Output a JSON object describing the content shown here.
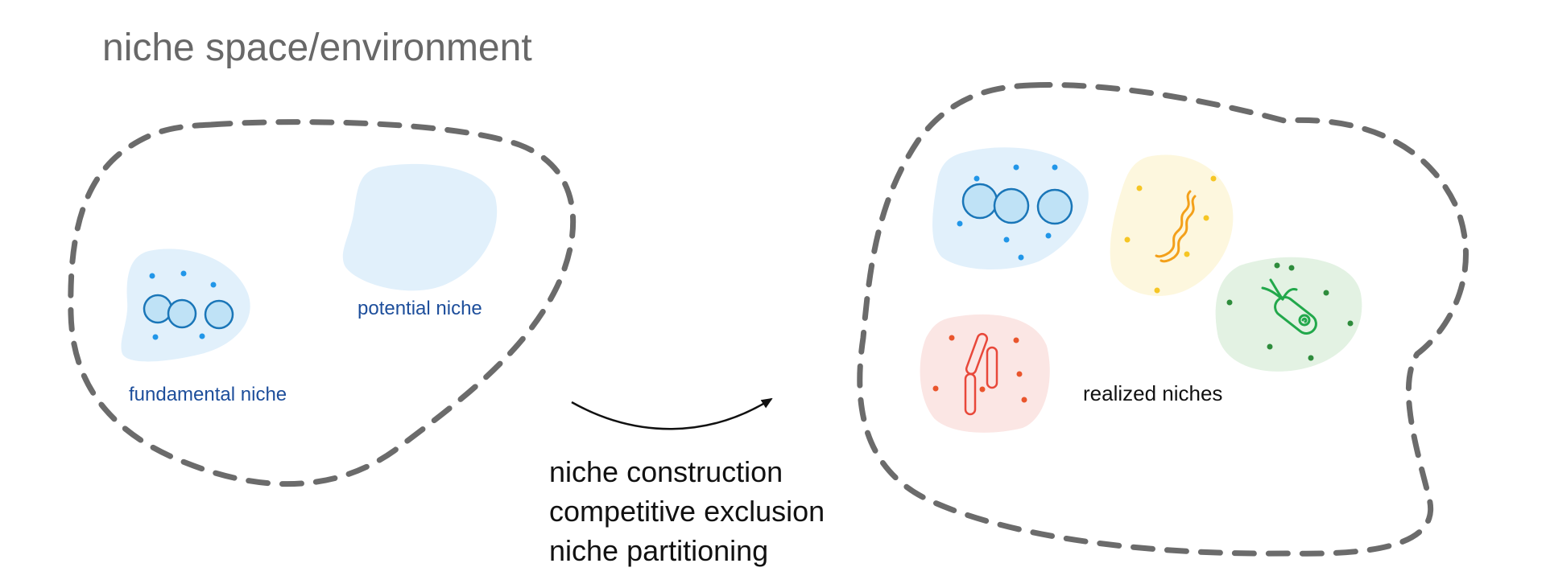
{
  "title": "niche space/environment",
  "labels": {
    "potential_niche": "potential niche",
    "fundamental_niche": "fundamental niche",
    "realized_niches": "realized niches"
  },
  "processes": [
    "niche construction",
    "competitive exclusion",
    "niche partitioning"
  ],
  "colors": {
    "boundary": "#6b6b6b",
    "blue_blob": "#e1f0fb",
    "blue_cell": "#1a76b8",
    "blue_cell_fill": "#bfe2f6",
    "blue_dot": "#2196e8",
    "yellow_blob": "#fdf7de",
    "yellow_org": "#f3a01a",
    "yellow_dot": "#f6c624",
    "green_blob": "#e3f2e3",
    "green_org": "#22a84b",
    "green_dot": "#2e8c3c",
    "red_blob": "#fbe6e4",
    "red_org": "#e8483a",
    "red_dot": "#e9552c",
    "label_blue": "#1d4e9b",
    "title_gray": "#686868"
  },
  "icons": [
    "coccus-chain-icon",
    "spirochete-icon",
    "flagellated-bacterium-icon",
    "bacillus-icon",
    "transition-arrow-icon"
  ]
}
